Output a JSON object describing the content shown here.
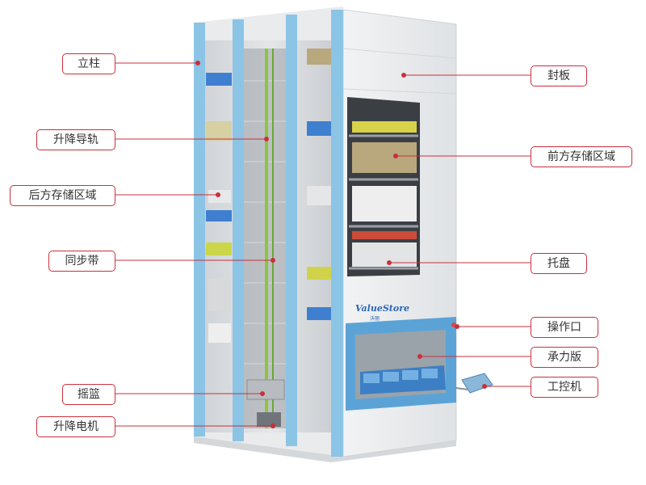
{
  "labels": {
    "left": [
      "立柱",
      "升降导轨",
      "后方存储区域",
      "同步带",
      "摇篮",
      "升降电机"
    ],
    "right": [
      "封板",
      "前方存储区域",
      "托盘",
      "操作口",
      "承力版",
      "工控机"
    ]
  },
  "brand": {
    "logo_text": "ValueStore",
    "logo_sub": "沃丽"
  },
  "colors": {
    "frame_blue": "#8cc4e6",
    "frame_blue_dark": "#5b9ccd",
    "green_rail": "#8cc63f",
    "leader_red": "#c9303c",
    "panel_grey": "#e8eaec"
  }
}
